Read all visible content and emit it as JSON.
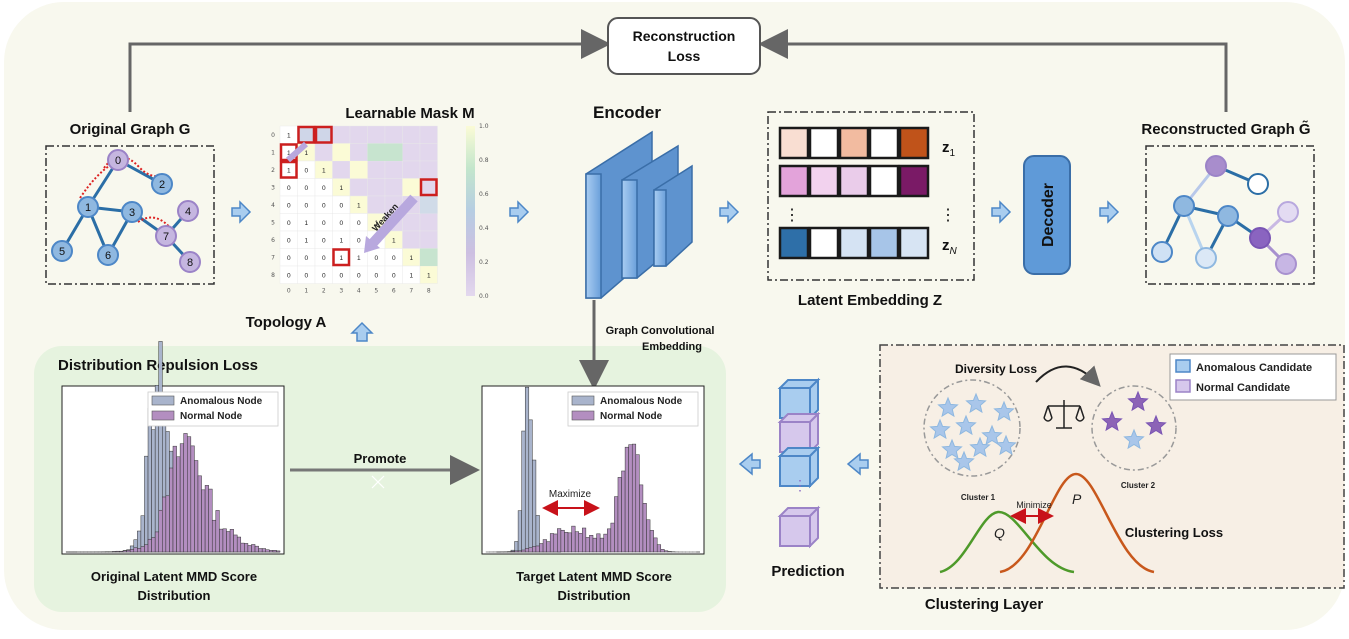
{
  "top": {
    "reconstruction_loss": [
      "Reconstruction",
      "Loss"
    ],
    "original_graph": "Original Graph G",
    "learnable_mask": "Learnable Mask M",
    "encoder": "Encoder",
    "reconstructed_graph": "Reconstructed Graph G̃",
    "topology": "Topology A",
    "weaken": "Weaken",
    "decoder": "Decoder",
    "latent_embedding": "Latent Embedding Z",
    "z1": "z",
    "z1_sub": "1",
    "zN": "z",
    "zN_sub": "N",
    "dots": "⋮",
    "gcn_caption": [
      "Graph Convolutional",
      "Embedding"
    ]
  },
  "graph": {
    "node_labels": [
      "0",
      "1",
      "2",
      "3",
      "4",
      "5",
      "6",
      "7",
      "8"
    ]
  },
  "matrix": {
    "row_ticks": [
      "0",
      "1",
      "2",
      "3",
      "4",
      "5",
      "6",
      "7",
      "8"
    ],
    "col_ticks": [
      "0",
      "1",
      "2",
      "3",
      "4",
      "5",
      "6",
      "7",
      "8"
    ],
    "colorbar_ticks": [
      "1.0",
      "0.8",
      "0.6",
      "0.4",
      "0.2",
      "0.0"
    ],
    "cells": [
      [
        "1",
        "",
        "",
        "",
        "",
        "",
        "",
        "",
        ""
      ],
      [
        "1",
        "1",
        "",
        "",
        "",
        "",
        "",
        "",
        ""
      ],
      [
        "1",
        "0",
        "1",
        "",
        "",
        "",
        "",
        "",
        ""
      ],
      [
        "0",
        "0",
        "0",
        "1",
        "",
        "",
        "",
        "",
        ""
      ],
      [
        "0",
        "0",
        "0",
        "0",
        "1",
        "",
        "",
        "",
        ""
      ],
      [
        "0",
        "1",
        "0",
        "0",
        "0",
        "1",
        "",
        "",
        ""
      ],
      [
        "0",
        "1",
        "0",
        "1",
        "0",
        "0",
        "1",
        "",
        ""
      ],
      [
        "0",
        "0",
        "0",
        "1",
        "1",
        "0",
        "0",
        "1",
        ""
      ],
      [
        "0",
        "0",
        "0",
        "0",
        "0",
        "0",
        "0",
        "1",
        "1"
      ]
    ]
  },
  "embedding_colors": {
    "row1": [
      "#f9ded2",
      "#ffffff",
      "#f2bba0",
      "#ffffff",
      "#c0531a"
    ],
    "row2": [
      "#e3a3da",
      "#f2d2ee",
      "#eaccea",
      "#ffffff",
      "#7a1a66"
    ],
    "rowN": [
      "#2e6fa8",
      "#ffffff",
      "#d5e3f3",
      "#a7c5e8",
      "#d7e4f3"
    ]
  },
  "bottom_left": {
    "panel_title": "Distribution Repulsion Loss",
    "legend_anomalous": "Anomalous Node",
    "legend_normal": "Normal Node",
    "promote": "Promote",
    "maximize": "Maximize",
    "caption_original": [
      "Original Latent MMD Score",
      "Distribution"
    ],
    "caption_target": [
      "Target Latent MMD Score",
      "Distribution"
    ]
  },
  "prediction": {
    "label": "Prediction",
    "dots": "⋮"
  },
  "clustering": {
    "diversity_loss": "Diversity Loss",
    "legend_anomalous": "Anomalous Candidate",
    "legend_normal": "Normal Candidate",
    "cluster1": "Cluster 1",
    "cluster2": "Cluster 2",
    "minimize": "Minimize",
    "p_label": "P",
    "q_label": "Q",
    "clustering_loss": "Clustering Loss",
    "layer_title": "Clustering Layer"
  },
  "colors": {
    "blue_node": "#8fb8e0",
    "purple_node": "#c5b6e0",
    "panel_green": "#e8f4e2",
    "panel_beige": "#f7efe6",
    "red_box": "#cc1f1f",
    "encoder_blue": "#7faee0",
    "decoder_blue": "#5f9ad8"
  }
}
